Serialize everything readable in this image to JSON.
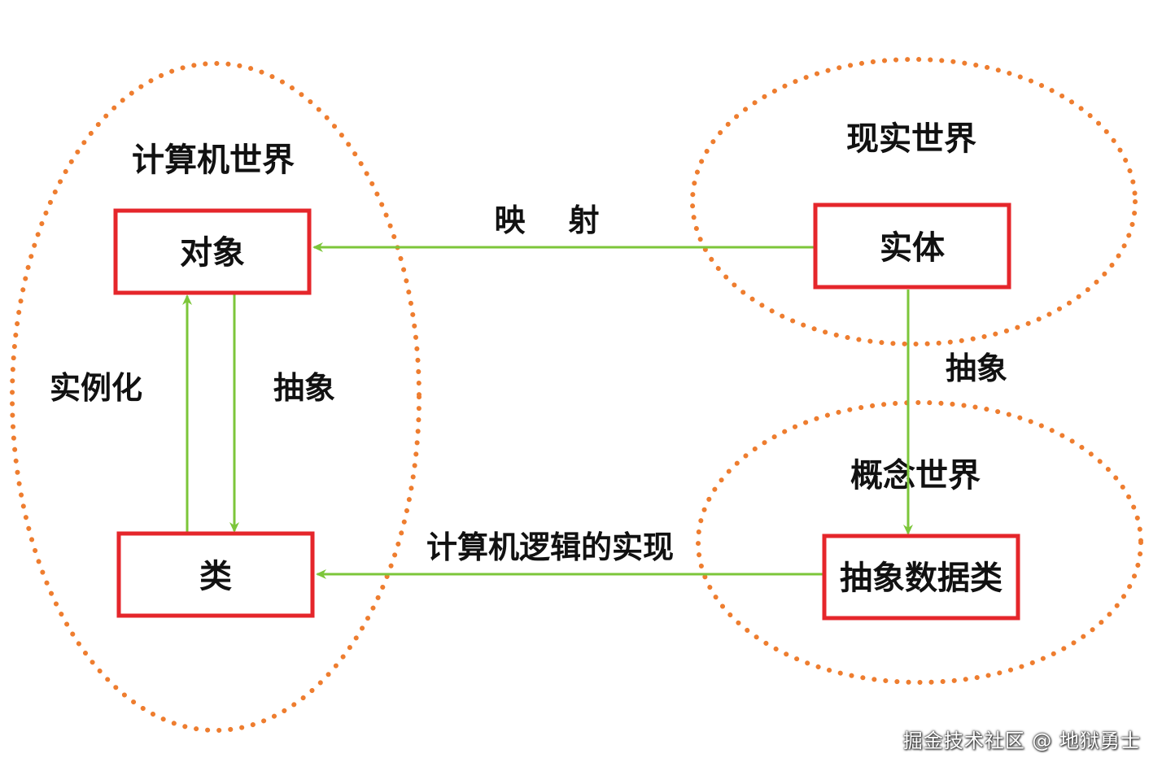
{
  "regions": {
    "computer_world": "计算机世界",
    "real_world": "现实世界",
    "concept_world": "概念世界"
  },
  "nodes": {
    "object": "对象",
    "class": "类",
    "entity": "实体",
    "abstract_data_class": "抽象数据类"
  },
  "edges": {
    "mapping": "映    射",
    "instantiation": "实例化",
    "abstraction_left": "抽象",
    "abstraction_right": "抽象",
    "computer_logic_impl": "计算机逻辑的实现"
  },
  "watermark": "掘金技术社区 @ 地狱勇士",
  "colors": {
    "region_outline": "#ee7d2f",
    "node_border": "#e5262b",
    "arrow": "#7cc63a"
  }
}
